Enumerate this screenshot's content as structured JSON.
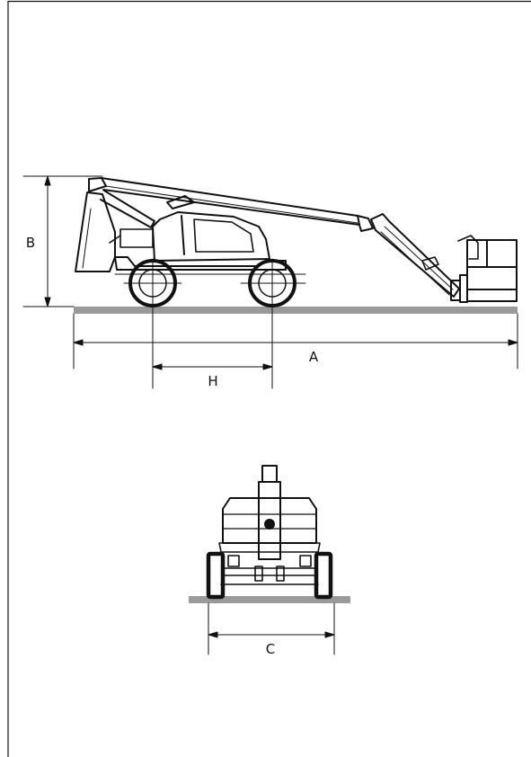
{
  "dimensions": {
    "a_label": "A",
    "b_label": "B",
    "h_label": "H",
    "c_label": "C"
  },
  "colors": {
    "line": "#111111",
    "ground": "#9a9a9a",
    "background": "#ffffff"
  }
}
